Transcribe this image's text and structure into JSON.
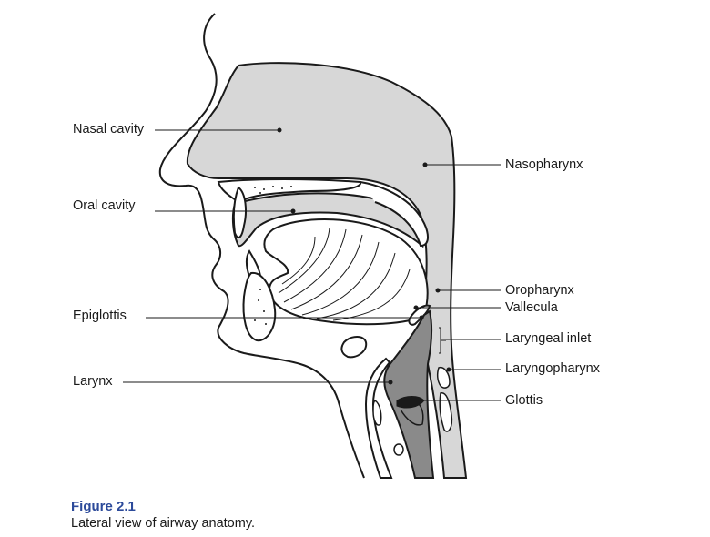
{
  "figure": {
    "number": "Figure 2.1",
    "caption": "Lateral view of airway anatomy."
  },
  "labels": {
    "left": [
      {
        "id": "nasal-cavity",
        "text": "Nasal cavity"
      },
      {
        "id": "oral-cavity",
        "text": "Oral cavity"
      },
      {
        "id": "epiglottis",
        "text": "Epiglottis"
      },
      {
        "id": "larynx",
        "text": "Larynx"
      }
    ],
    "right": [
      {
        "id": "nasopharynx",
        "text": "Nasopharynx"
      },
      {
        "id": "oropharynx",
        "text": "Oropharynx"
      },
      {
        "id": "vallecula",
        "text": "Vallecula"
      },
      {
        "id": "laryngeal-inlet",
        "text": "Laryngeal inlet"
      },
      {
        "id": "laryngopharynx",
        "text": "Laryngopharynx"
      },
      {
        "id": "glottis",
        "text": "Glottis"
      }
    ]
  },
  "colors": {
    "airway_fill": "#d7d7d7",
    "larynx_fill": "#8a8a8a",
    "outline": "#1a1a1a",
    "caption_title": "#2c4a9a"
  }
}
